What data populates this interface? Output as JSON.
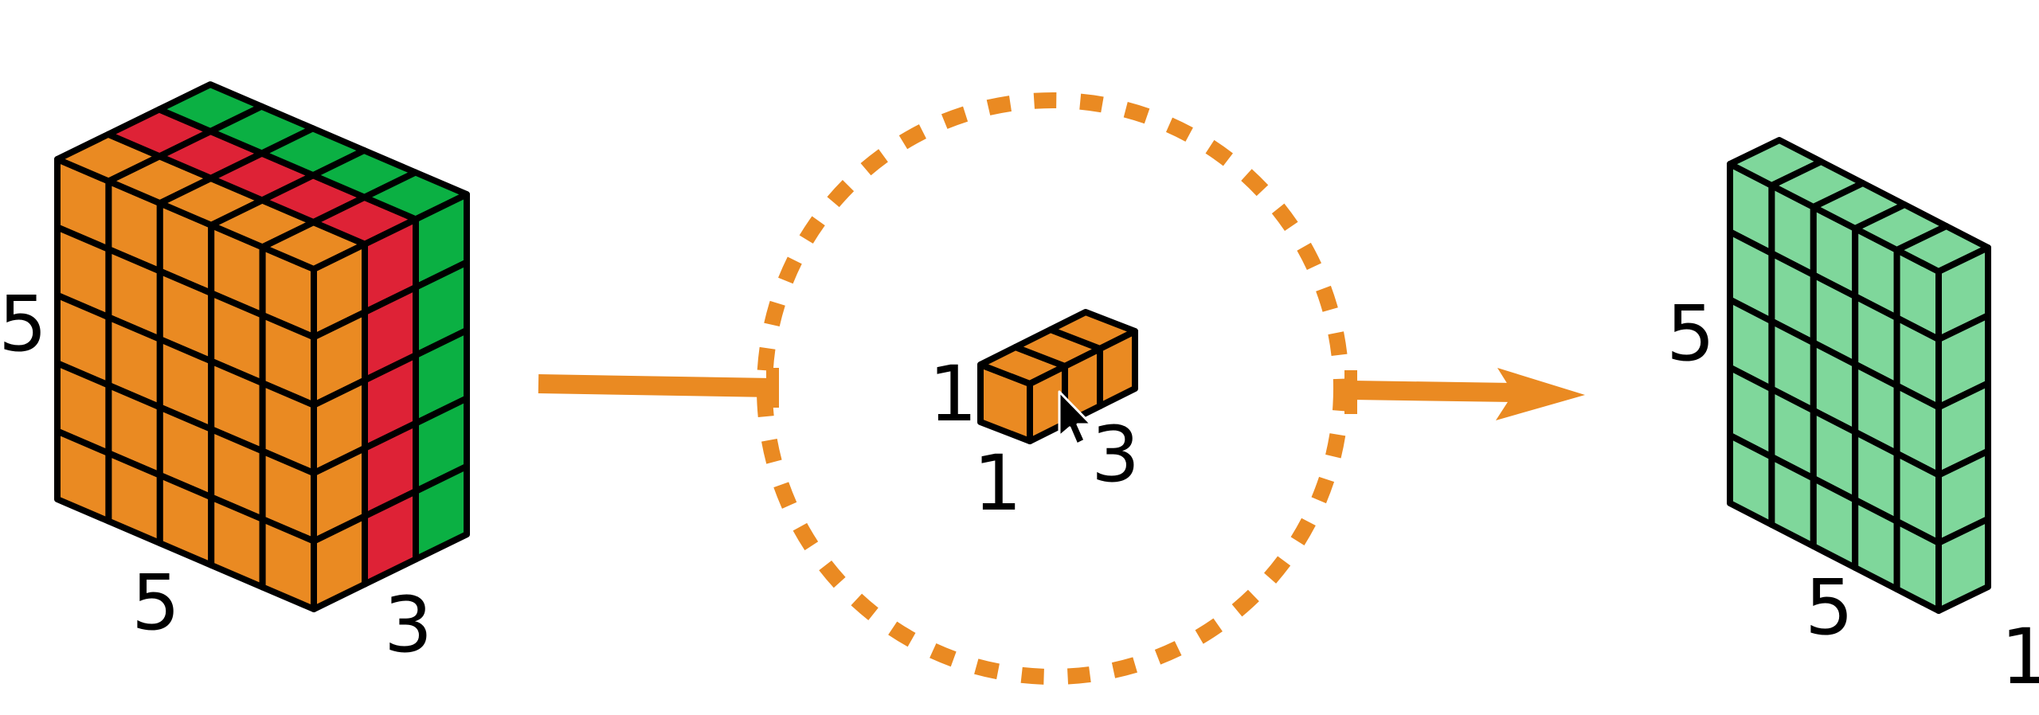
{
  "colors": {
    "orange": "#ea8a22",
    "red": "#de2236",
    "green": "#0bb043",
    "light_green": "#7fd79b",
    "stroke": "#000000"
  },
  "input_volume": {
    "dims": {
      "height": "5",
      "width": "5",
      "depth": "3"
    }
  },
  "kernel": {
    "dims": {
      "height": "1",
      "width": "1",
      "depth": "3"
    }
  },
  "output_volume": {
    "dims": {
      "height": "5",
      "width": "5",
      "depth": "1"
    }
  },
  "icons": {
    "arrow": "arrow-right-icon",
    "cursor": "mouse-cursor-icon",
    "ring": "dashed-circle"
  }
}
